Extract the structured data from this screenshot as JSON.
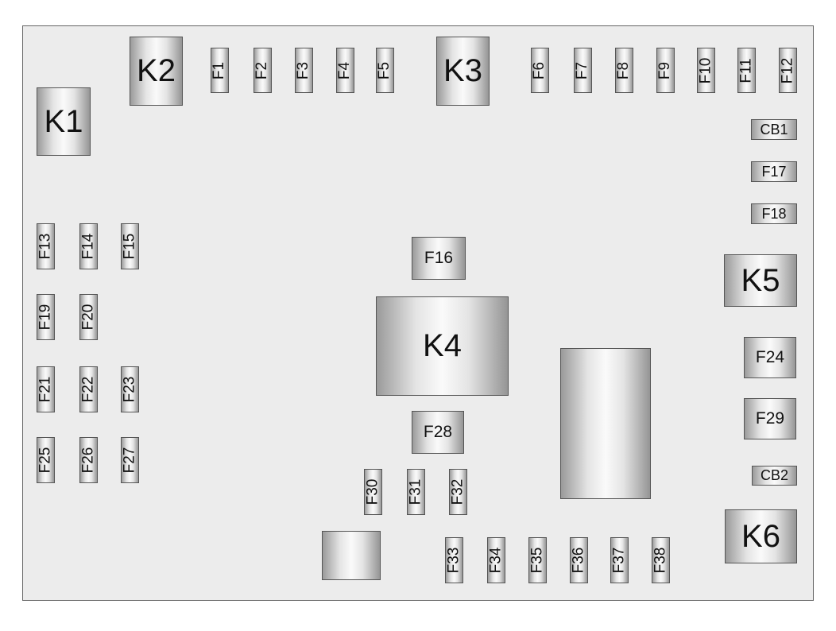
{
  "relays": {
    "K1": "K1",
    "K2": "K2",
    "K3": "K3",
    "K4": "K4",
    "K5": "K5",
    "K6": "K6"
  },
  "fuses": {
    "F1": "F1",
    "F2": "F2",
    "F3": "F3",
    "F4": "F4",
    "F5": "F5",
    "F6": "F6",
    "F7": "F7",
    "F8": "F8",
    "F9": "F9",
    "F10": "F10",
    "F11": "F11",
    "F12": "F12",
    "F13": "F13",
    "F14": "F14",
    "F15": "F15",
    "F16": "F16",
    "F17": "F17",
    "F18": "F18",
    "F19": "F19",
    "F20": "F20",
    "F21": "F21",
    "F22": "F22",
    "F23": "F23",
    "F24": "F24",
    "F25": "F25",
    "F26": "F26",
    "F27": "F27",
    "F28": "F28",
    "F29": "F29",
    "F30": "F30",
    "F31": "F31",
    "F32": "F32",
    "F33": "F33",
    "F34": "F34",
    "F35": "F35",
    "F36": "F36",
    "F37": "F37",
    "F38": "F38"
  },
  "breakers": {
    "CB1": "CB1",
    "CB2": "CB2"
  }
}
